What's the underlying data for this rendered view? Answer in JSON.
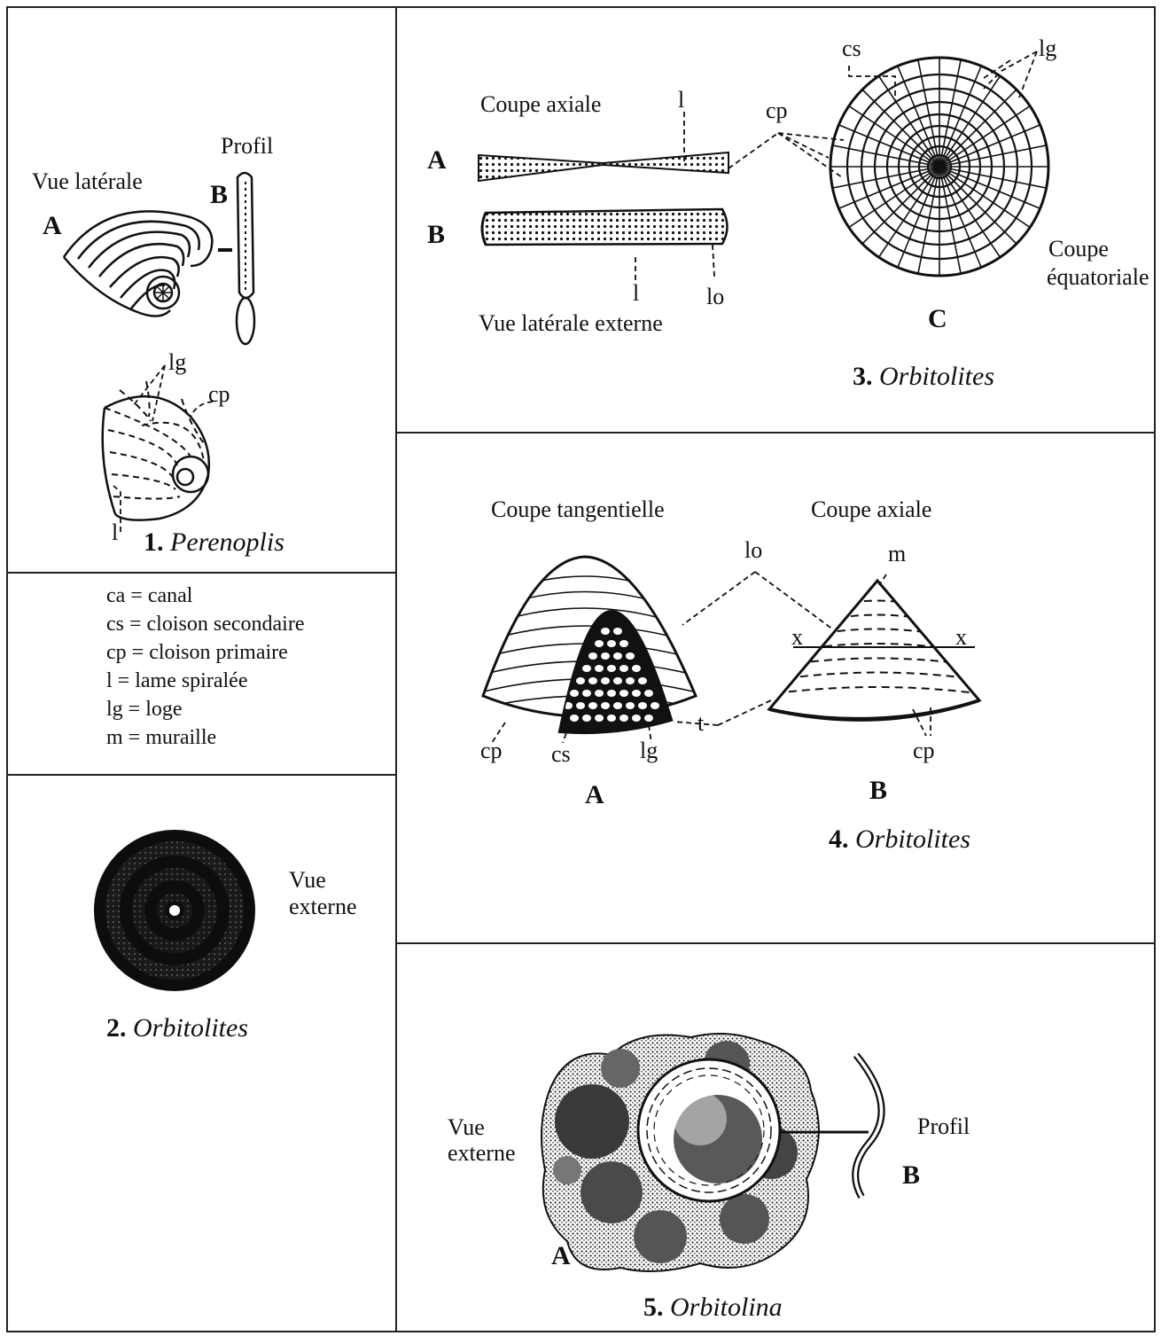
{
  "legend": [
    "ca = canal",
    "cs = cloison secondaire",
    "cp = cloison primaire",
    "l = lame spiralée",
    "lg = loge",
    "m = muraille"
  ],
  "fig1": {
    "num": "1.",
    "genus": "Perenoplis",
    "vue_laterale": "Vue latérale",
    "profil": "Profil",
    "a": "A",
    "b": "B",
    "lg": "lg",
    "cp": "cp",
    "l": "l"
  },
  "fig2": {
    "num": "2.",
    "genus": "Orbitolites",
    "vue": "Vue",
    "externe": "externe"
  },
  "fig3": {
    "num": "3.",
    "genus": "Orbitolites",
    "coupe_axiale": "Coupe axiale",
    "vue_laterale_externe": "Vue latérale externe",
    "coupe": "Coupe",
    "equatoriale": "équatoriale",
    "a": "A",
    "b": "B",
    "c": "C",
    "l_top": "l",
    "l_bottom": "l",
    "lo": "lo",
    "cp": "cp",
    "cs": "cs",
    "lg": "lg"
  },
  "fig4": {
    "num": "4.",
    "genus": "Orbitolites",
    "coupe_tangentielle": "Coupe tangentielle",
    "coupe_axiale": "Coupe axiale",
    "a": "A",
    "b": "B",
    "lo": "lo",
    "m": "m",
    "x_left": "x",
    "x_right": "x",
    "t": "t",
    "cp_left": "cp",
    "cs": "cs",
    "lg": "lg",
    "cp_right": "cp"
  },
  "fig5": {
    "num": "5.",
    "genus": "Orbitolina",
    "vue": "Vue",
    "externe": "externe",
    "profil": "Profil",
    "a": "A",
    "b": "B"
  }
}
